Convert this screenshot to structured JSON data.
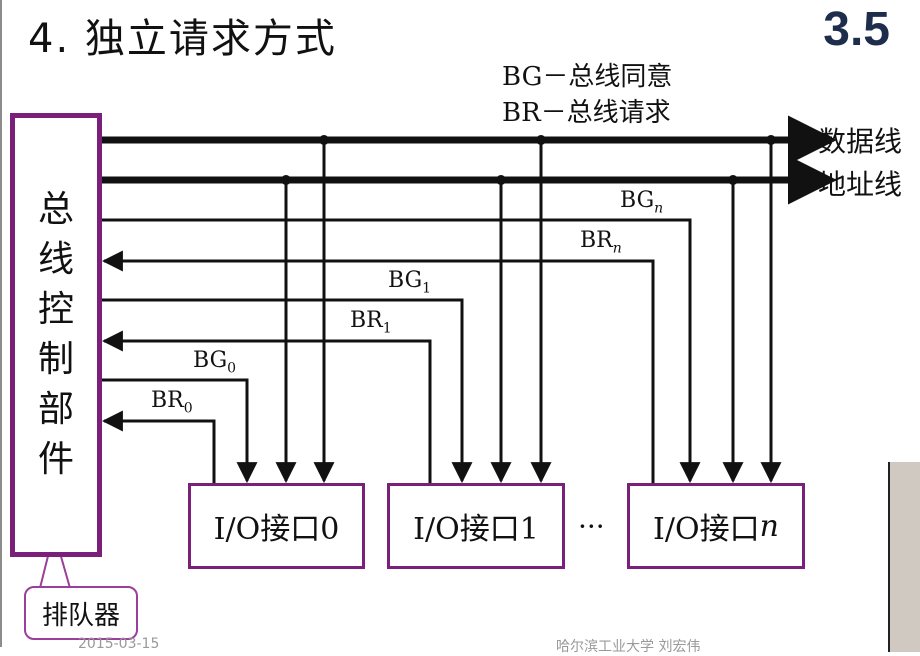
{
  "title": "4. 独立请求方式",
  "section_number": "3.5",
  "legend": {
    "bg": "BG－总线同意",
    "br": "BR－总线请求"
  },
  "controller": {
    "chars": [
      "总",
      "线",
      "控",
      "制",
      "部",
      "件"
    ]
  },
  "callout": "排队器",
  "bus": {
    "data_line": "数据线",
    "addr_line": "地址线"
  },
  "signals": {
    "bg0": "BG",
    "bg0_sub": "0",
    "br0": "BR",
    "br0_sub": "0",
    "bg1": "BG",
    "bg1_sub": "1",
    "br1": "BR",
    "br1_sub": "1",
    "bgn": "BG",
    "bgn_sub": "n",
    "brn": "BR",
    "brn_sub": "n"
  },
  "io": {
    "io0": "I/O接口0",
    "io1": "I/O接口1",
    "ion_prefix": "I/O接口",
    "ion_suffix": "n",
    "dots": "···"
  },
  "footer": {
    "date": "2015-03-15",
    "org": "哈尔滨工业大学  刘宏伟"
  },
  "colors": {
    "box_border": "#7a1f7a",
    "section_number": "#1f2d4d",
    "lines": "#111111"
  }
}
